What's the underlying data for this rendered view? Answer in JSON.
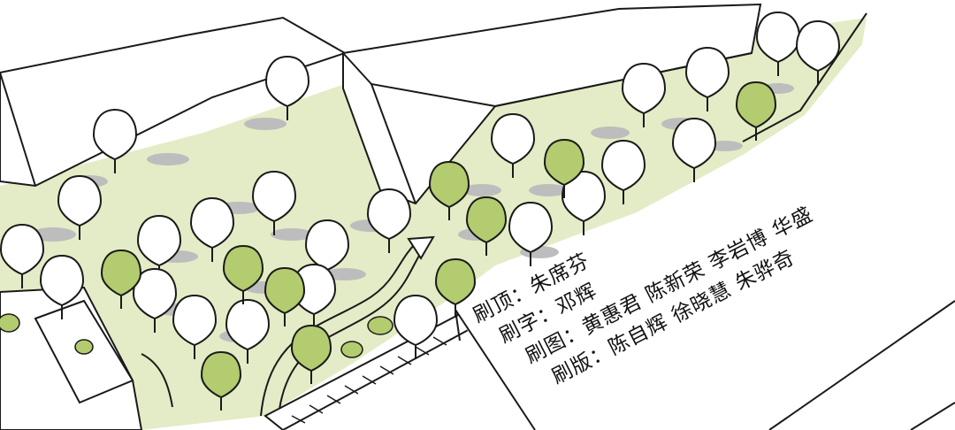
{
  "credits": [
    {
      "role": "刷顶：",
      "names": "朱席芬"
    },
    {
      "role": "刷字：",
      "names": "邓辉"
    },
    {
      "role": "刷图：",
      "names": "黄惠君 陈新荣 李岩博 华盛"
    },
    {
      "role": "刷版：",
      "names": "陈自辉 徐晓慧 朱骅奇"
    }
  ],
  "colors": {
    "ground": "#e3ecc6",
    "tree_green": "#b3cc6f",
    "shadow": "#bdbdbd",
    "line": "#1a1a1a"
  }
}
